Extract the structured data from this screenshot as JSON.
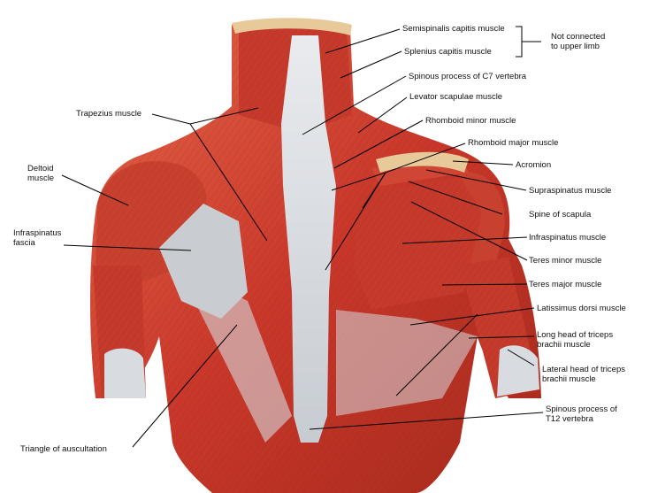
{
  "labels": {
    "semispinalis": "Semispinalis capitis muscle",
    "splenius": "Splenius capitis muscle",
    "not_connected": "Not connected\nto upper limb",
    "spinous_c7": "Spinous process of C7 vertebra",
    "levator": "Levator scapulae muscle",
    "rhomboid_minor": "Rhomboid minor muscle",
    "rhomboid_major": "Rhomboid major muscle",
    "acromion": "Acromion",
    "supraspinatus": "Supraspinatus muscle",
    "spine_scapula": "Spine of scapula",
    "infraspinatus": "Infraspinatus muscle",
    "teres_minor": "Teres minor muscle",
    "teres_major": "Teres major muscle",
    "latissimus": "Latissimus dorsi muscle",
    "long_head": "Long head of triceps\nbrachii muscle",
    "lateral_head": "Lateral head of triceps\nbrachii muscle",
    "spinous_t12": "Spinous process of\nT12 vertebra",
    "trapezius": "Trapezius muscle",
    "deltoid": "Deltoid\nmuscle",
    "infraspinatus_fascia": "Infraspinatus\nfascia",
    "triangle": "Triangle of auscultation"
  },
  "colors": {
    "muscle": "#c9382a",
    "muscle_dark": "#9e2418",
    "muscle_light": "#e06a4e",
    "tendon": "#d9dce0",
    "bone": "#e8c99a"
  }
}
